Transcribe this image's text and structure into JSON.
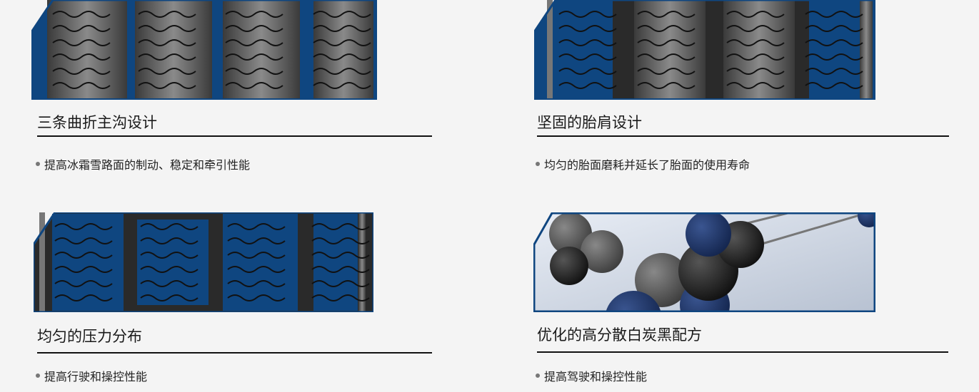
{
  "features": [
    {
      "title": "三条曲折主沟设计",
      "bullet": "提高冰霜雪路面的制动、稳定和牵引性能"
    },
    {
      "title": "坚固的胎肩设计",
      "bullet": "均匀的胎面磨耗并延长了胎面的使用寿命"
    },
    {
      "title": "均匀的压力分布",
      "bullet": "提高行驶和操控性能"
    },
    {
      "title": "优化的高分散白炭黑配方",
      "bullet": "提高驾驶和操控性能"
    }
  ],
  "colors": {
    "brand_blue": "#0f4680",
    "tread": "#4a4a4a"
  }
}
